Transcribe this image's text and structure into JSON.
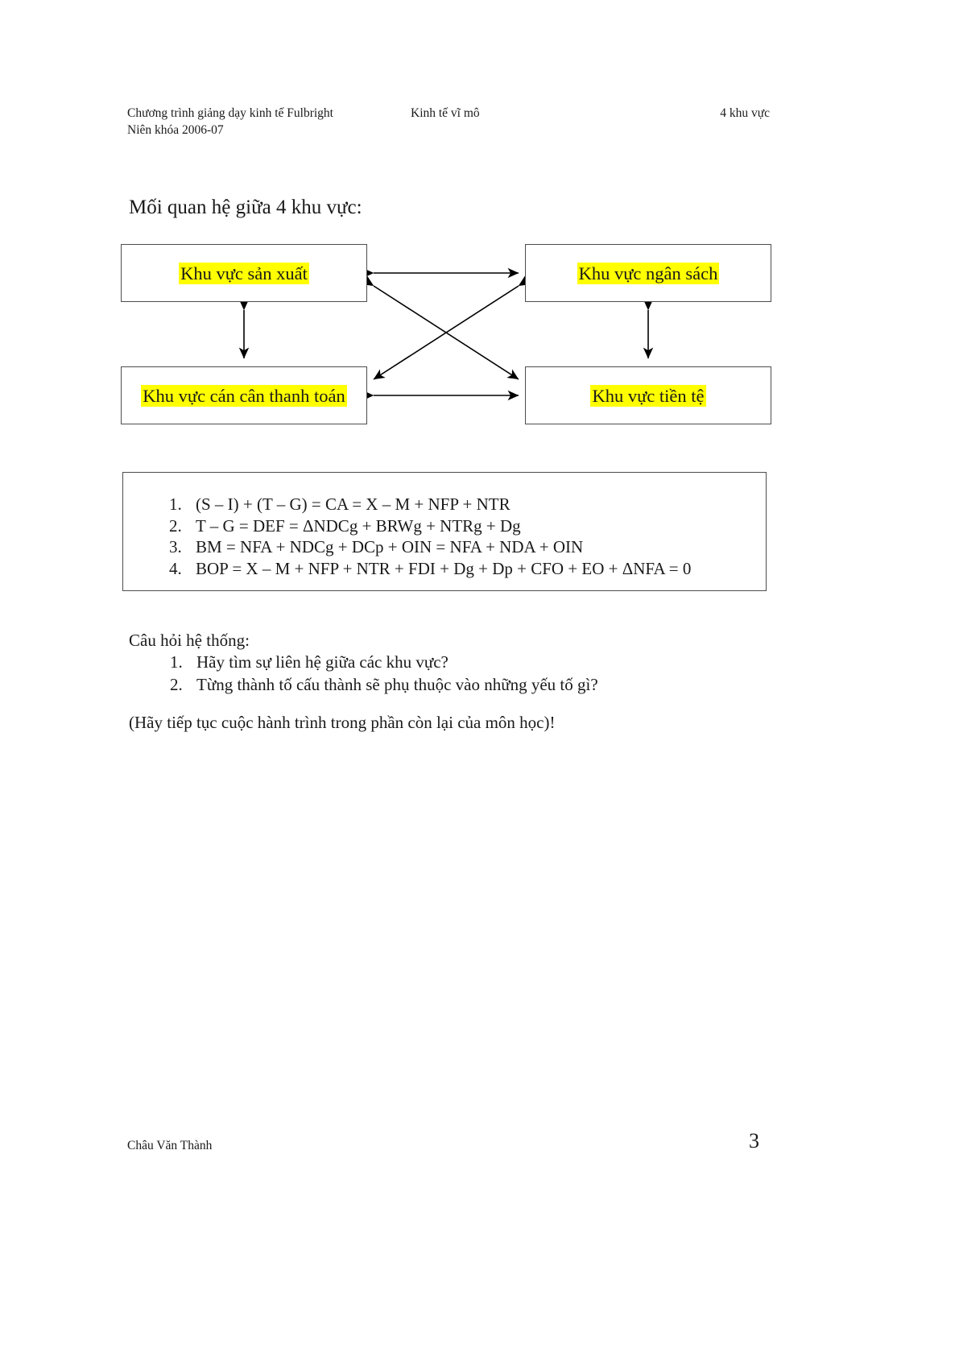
{
  "header": {
    "left_line1": "Chương trình giảng dạy kinh tế Fulbright",
    "left_line2": "Niên khóa  2006-07",
    "center": "Kinh tế vĩ mô",
    "right": "4 khu vực"
  },
  "section_title": "Mối quan hệ giữa 4 khu vực:",
  "diagram": {
    "nodes": {
      "top_left": "Khu vực sản xuất",
      "top_right": "Khu vực ngân sách",
      "bottom_left": "Khu vực cán cân thanh toán",
      "bottom_right": "Khu vực tiền tệ"
    },
    "highlight_color": "#ffff00",
    "line_color": "#000000",
    "box_border_color": "#4d4d4d"
  },
  "equations": [
    "(S – I) + (T – G) = CA = X – M + NFP + NTR",
    "T – G = DEF = ΔNDCg + BRWg + NTRg + Dg",
    "BM = NFA + NDCg + DCp + OIN = NFA + NDA + OIN",
    "BOP = X – M + NFP + NTR + FDI + Dg + Dp + CFO + EO + ΔNFA = 0"
  ],
  "questions": {
    "heading": "Câu hỏi hệ thống:",
    "items": [
      "Hãy tìm sự liên hệ giữa các khu vực?",
      "Từng thành tố cấu thành sẽ phụ thuộc vào những yếu tố gì?"
    ]
  },
  "closing_note": "(Hãy tiếp tục cuộc hành trình trong phần còn lại của môn học)!",
  "footer": {
    "author": "Châu Văn Thành",
    "page_number": "3"
  }
}
